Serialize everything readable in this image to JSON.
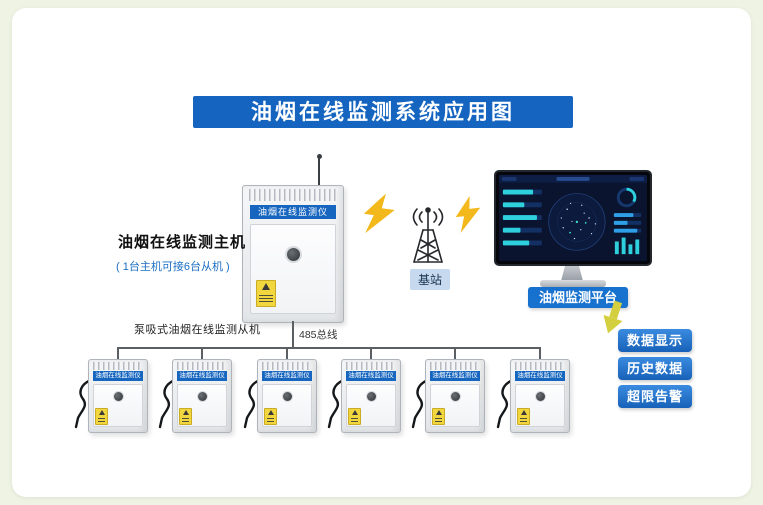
{
  "title": "油烟在线监测系统应用图",
  "main_unit": {
    "device_label": "油烟在线监测仪",
    "name": "油烟在线监测主机",
    "note": "( 1台主机可接6台从机 )"
  },
  "base_station": {
    "label": "基站"
  },
  "platform": {
    "label": "油烟监测平台"
  },
  "bus": {
    "label": "485总线"
  },
  "slaves": {
    "row_label": "泵吸式油烟在线监测从机",
    "device_label": "油烟在线监测仪",
    "count": 6
  },
  "actions": [
    {
      "label": "数据显示"
    },
    {
      "label": "历史数据"
    },
    {
      "label": "超限告警"
    }
  ],
  "colors": {
    "background": "#eef3e3",
    "banner_blue": "#1565c0",
    "device_strip_blue": "#1666c0",
    "platform_blue": "#1771cf",
    "button_blue": "#1e6fc8",
    "note_blue": "#1b6ec2",
    "lightning_yellow": "#f3b81b",
    "arrow_yellow_green": "#d3cf3e",
    "warning_sticker_yellow": "#f2d63e"
  }
}
